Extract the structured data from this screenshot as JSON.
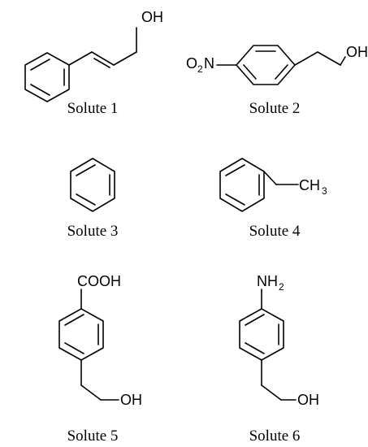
{
  "solutes": [
    {
      "caption": "Solute 1",
      "groups": {
        "top": "OH"
      }
    },
    {
      "caption": "Solute 2",
      "groups": {
        "nitro_o": "O",
        "nitro_sub": "2",
        "nitro_n": "N",
        "right": "OH"
      }
    },
    {
      "caption": "Solute 3",
      "groups": {}
    },
    {
      "caption": "Solute 4",
      "groups": {
        "methyl_c": "CH",
        "methyl_sub": "3"
      }
    },
    {
      "caption": "Solute 5",
      "groups": {
        "top": "COOH",
        "bottom": "OH"
      }
    },
    {
      "caption": "Solute 6",
      "groups": {
        "amine_n": "NH",
        "amine_sub": "2",
        "bottom": "OH"
      }
    }
  ]
}
